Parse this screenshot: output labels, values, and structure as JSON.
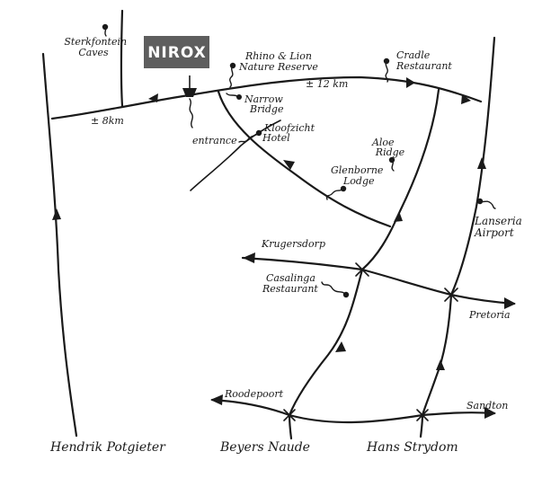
{
  "logo": {
    "text": "NIROX"
  },
  "places": {
    "sterkfontein": [
      "Sterkfontein",
      "Caves"
    ],
    "rhino": [
      "Rhino & Lion",
      "Nature Reserve"
    ],
    "cradle": [
      "Cradle",
      "Restaurant"
    ],
    "narrow": [
      "Narrow",
      "Bridge"
    ],
    "kloofzicht": [
      "Kloofzicht",
      "Hotel"
    ],
    "aloe": [
      "Aloe",
      "Ridge"
    ],
    "glenborne": [
      "Glenborne",
      "Lodge"
    ],
    "lanseria": [
      "Lanseria",
      "Airport"
    ],
    "casalinga": [
      "Casalinga",
      "Restaurant"
    ]
  },
  "labels": {
    "entrance": "entrance",
    "dist_8km": "± 8km",
    "dist_12km": "± 12 km",
    "krugersdorp": "Krugersdorp",
    "pretoria": "Pretoria",
    "roodepoort": "Roodepoort",
    "sandton": "Sandton"
  },
  "roads": {
    "hendrik": "Hendrik Potgieter",
    "beyers": "Beyers Naude",
    "hans": "Hans Strydom"
  }
}
